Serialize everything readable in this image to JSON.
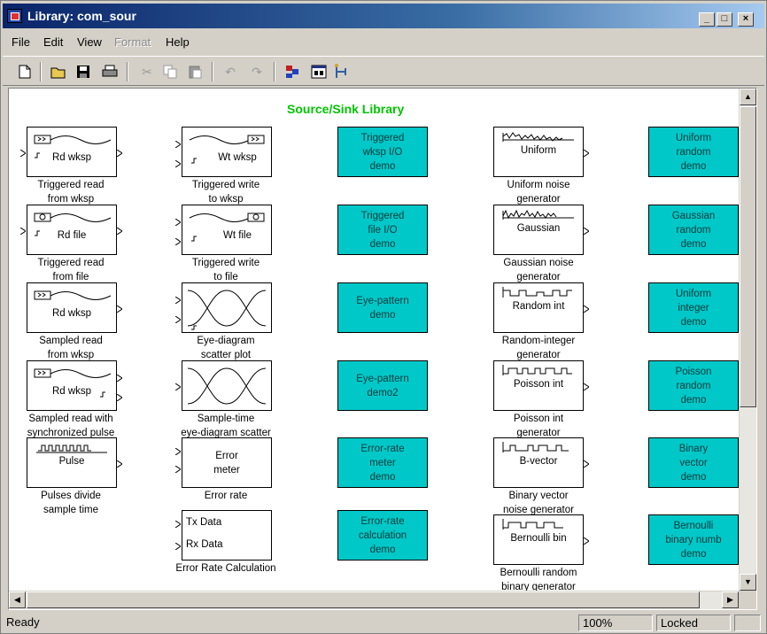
{
  "window": {
    "title": "Library: com_sour"
  },
  "title_buttons": {
    "minimize": "_",
    "maximize": "□",
    "close": "×"
  },
  "menu": [
    {
      "label": "File",
      "enabled": true
    },
    {
      "label": "Edit",
      "enabled": true
    },
    {
      "label": "View",
      "enabled": true
    },
    {
      "label": "Format",
      "enabled": false
    },
    {
      "label": "Help",
      "enabled": true
    }
  ],
  "toolbar": {
    "icons": [
      "new-file-icon",
      "open-folder-icon",
      "save-icon",
      "print-icon",
      "cut-icon",
      "copy-icon",
      "paste-icon",
      "undo-icon",
      "redo-icon",
      "library-browser-icon",
      "model-browser-icon",
      "debug-icon"
    ]
  },
  "library": {
    "title": "Source/Sink Library",
    "title_color": "#00c400",
    "demo_color": "#00c8c8",
    "blocks": [
      {
        "id": "rd-wksp-triggered",
        "label": "Rd wksp",
        "caption": [
          "Triggered read",
          "from wksp"
        ]
      },
      {
        "id": "rd-file-triggered",
        "label": "Rd file",
        "caption": [
          "Triggered read",
          "from file"
        ]
      },
      {
        "id": "rd-wksp-sampled",
        "label": "Rd wksp",
        "caption": [
          "Sampled read",
          "from wksp"
        ]
      },
      {
        "id": "rd-wksp-sync",
        "label": "Rd wksp",
        "caption": [
          "Sampled read with",
          "synchronized pulse"
        ]
      },
      {
        "id": "pulse",
        "label": "Pulse",
        "caption": [
          "Pulses divide",
          "sample time"
        ]
      },
      {
        "id": "wt-wksp",
        "label": "Wt wksp",
        "caption": [
          "Triggered write",
          "to wksp"
        ]
      },
      {
        "id": "wt-file",
        "label": "Wt file",
        "caption": [
          "Triggered write",
          "to file"
        ]
      },
      {
        "id": "eye-diagram",
        "label": "",
        "caption": [
          "Eye-diagram",
          "scatter plot"
        ]
      },
      {
        "id": "sample-time-eye",
        "label": "",
        "caption": [
          "Sample-time",
          "eye-diagram scatter"
        ]
      },
      {
        "id": "error-meter",
        "label": "Error\nmeter",
        "caption": [
          "Error rate"
        ]
      },
      {
        "id": "error-rate-calc",
        "label_tx": "Tx Data",
        "label_rx": "Rx Data",
        "caption": [
          "Error Rate Calculation"
        ]
      },
      {
        "id": "uniform-noise",
        "label": "Uniform",
        "caption": [
          "Uniform noise",
          "generator"
        ]
      },
      {
        "id": "gaussian-noise",
        "label": "Gaussian",
        "caption": [
          "Gaussian noise",
          "generator"
        ]
      },
      {
        "id": "random-int",
        "label": "Random int",
        "caption": [
          "Random-integer",
          "generator"
        ]
      },
      {
        "id": "poisson-int",
        "label": "Poisson int",
        "caption": [
          "Poisson int",
          "generator"
        ]
      },
      {
        "id": "b-vector",
        "label": "B-vector",
        "caption": [
          "Binary vector",
          "noise generator"
        ]
      },
      {
        "id": "bernoulli-bin",
        "label": "Bernoulli bin",
        "caption": [
          "Bernoulli random",
          "binary generator"
        ]
      }
    ],
    "demos_col3": [
      "Triggered\nwksp I/O\ndemo",
      "Triggered\nfile I/O\ndemo",
      "Eye-pattern\ndemo",
      "Eye-pattern\ndemo2",
      "Error-rate\nmeter\ndemo",
      "Error-rate\ncalculation\ndemo"
    ],
    "demos_col5": [
      "Uniform\nrandom\ndemo",
      "Gaussian\nrandom\ndemo",
      "Uniform\ninteger\ndemo",
      "Poisson\nrandom\ndemo",
      "Binary\nvector\ndemo",
      "Bernoulli\nbinary numb\ndemo"
    ]
  },
  "status": {
    "text": "Ready",
    "zoom": "100%",
    "lock": "Locked"
  }
}
